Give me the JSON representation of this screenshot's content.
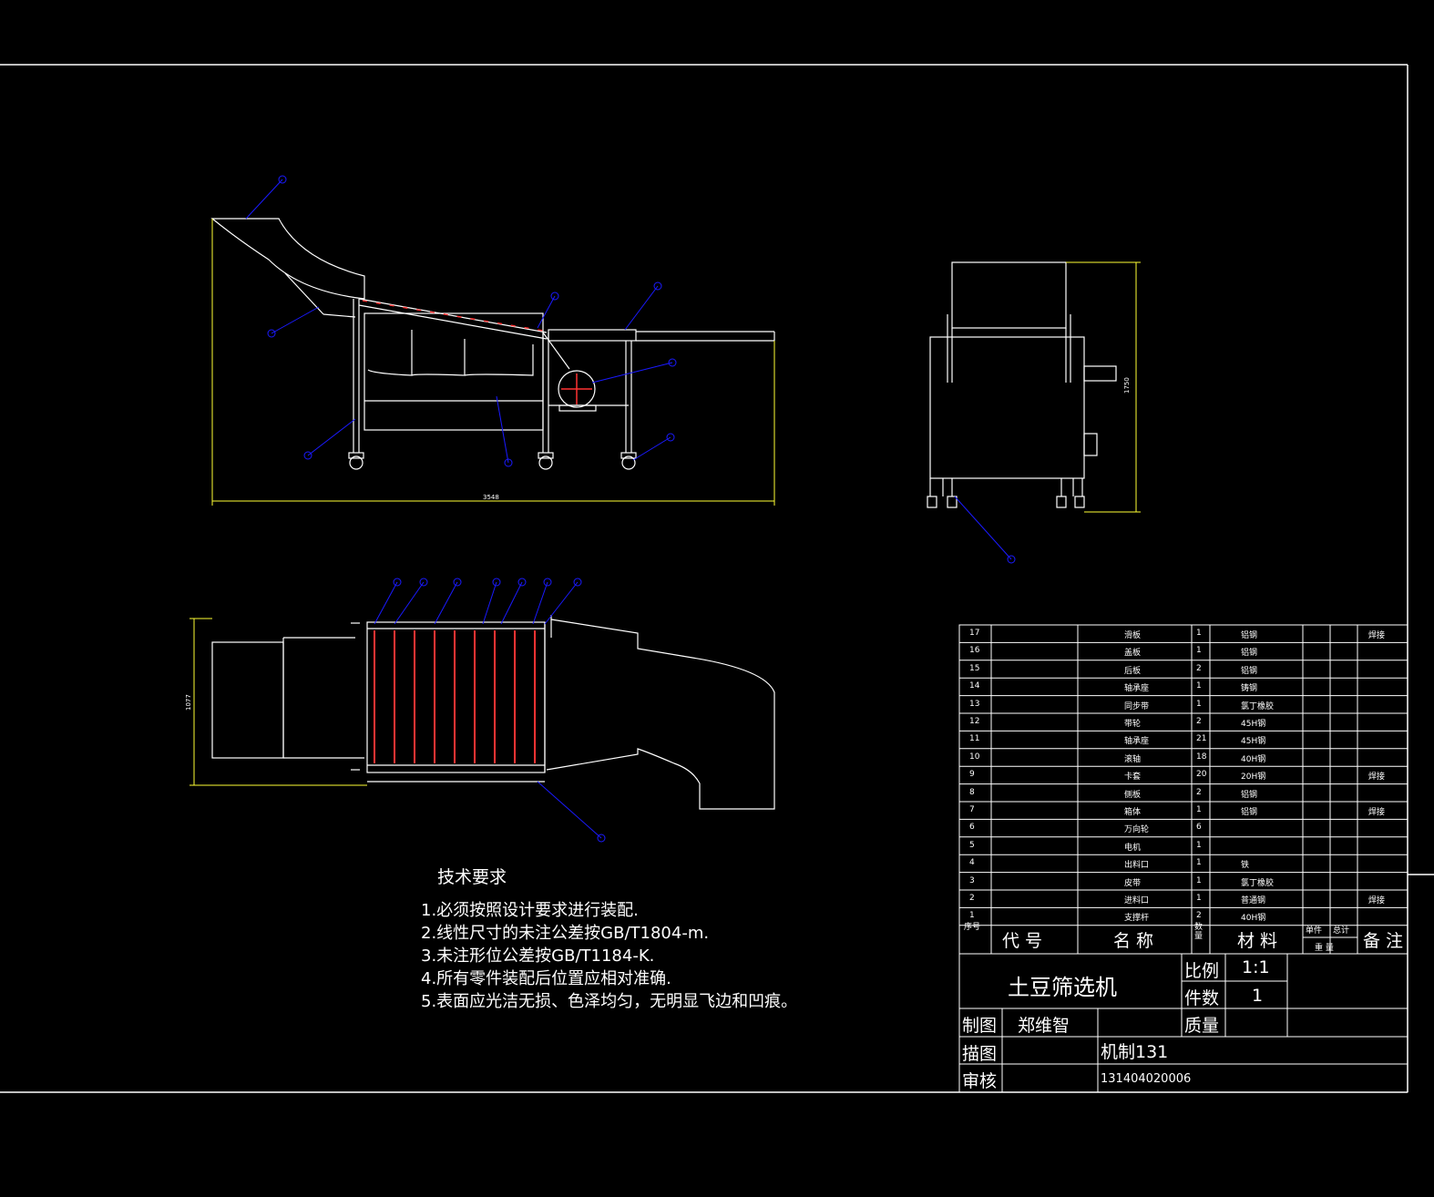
{
  "tech_requirements": {
    "title": "技术要求",
    "items": [
      "1.必须按照设计要求进行装配.",
      "2.线性尺寸的未注公差按GB/T1804-m.",
      "3.未注形位公差按GB/T1184-K.",
      "4.所有零件装配后位置应相对准确.",
      "5.表面应光洁无损、色泽均匀，无明显飞边和凹痕。"
    ]
  },
  "dimensions": {
    "front_length": "3548",
    "side_height": "1750",
    "top_width": "1077"
  },
  "bom": {
    "rows": [
      {
        "no": "17",
        "name": "滑板",
        "qty": "1",
        "material": "铝钢",
        "note": "焊接"
      },
      {
        "no": "16",
        "name": "盖板",
        "qty": "1",
        "material": "铝钢",
        "note": ""
      },
      {
        "no": "15",
        "name": "后板",
        "qty": "2",
        "material": "铝钢",
        "note": ""
      },
      {
        "no": "14",
        "name": "轴承座",
        "qty": "1",
        "material": "铸钢",
        "note": ""
      },
      {
        "no": "13",
        "name": "同步带",
        "qty": "1",
        "material": "氯丁橡胶",
        "note": ""
      },
      {
        "no": "12",
        "name": "带轮",
        "qty": "2",
        "material": "45H钢",
        "note": ""
      },
      {
        "no": "11",
        "name": "轴承座",
        "qty": "21",
        "material": "45H钢",
        "note": ""
      },
      {
        "no": "10",
        "name": "滚轴",
        "qty": "18",
        "material": "40H钢",
        "note": ""
      },
      {
        "no": "9",
        "name": "卡套",
        "qty": "20",
        "material": "20H钢",
        "note": "焊接"
      },
      {
        "no": "8",
        "name": "侧板",
        "qty": "2",
        "material": "铝钢",
        "note": ""
      },
      {
        "no": "7",
        "name": "箱体",
        "qty": "1",
        "material": "铝钢",
        "note": "焊接"
      },
      {
        "no": "6",
        "name": "万向轮",
        "qty": "6",
        "material": "",
        "note": ""
      },
      {
        "no": "5",
        "name": "电机",
        "qty": "1",
        "material": "",
        "note": ""
      },
      {
        "no": "4",
        "name": "出料口",
        "qty": "1",
        "material": "铁",
        "note": ""
      },
      {
        "no": "3",
        "name": "皮带",
        "qty": "1",
        "material": "氯丁橡胶",
        "note": ""
      },
      {
        "no": "2",
        "name": "进料口",
        "qty": "1",
        "material": "普通钢",
        "note": "焊接"
      },
      {
        "no": "1",
        "name": "支撑杆",
        "qty": "2",
        "material": "40H钢",
        "note": ""
      }
    ],
    "header": {
      "no": "序号",
      "code": "代 号",
      "name": "名 称",
      "qty": "数量",
      "material": "材 料",
      "unit_weight": "单件",
      "total_weight": "总计",
      "weight": "重 量",
      "remark": "备 注"
    }
  },
  "title_block": {
    "title": "土豆筛选机",
    "scale_label": "比例",
    "scale": "1:1",
    "count_label": "件数",
    "count": "1",
    "weight_label": "质量",
    "drawn_label": "制图",
    "drawn_by": "郑维智",
    "traced_label": "描图",
    "class": "机制131",
    "review_label": "审核",
    "student_id": "131404020006"
  },
  "colors": {
    "frame": "#ffffff",
    "leader": "#1a1aff",
    "dimension": "#ffff33",
    "roller": "#ff3333"
  }
}
